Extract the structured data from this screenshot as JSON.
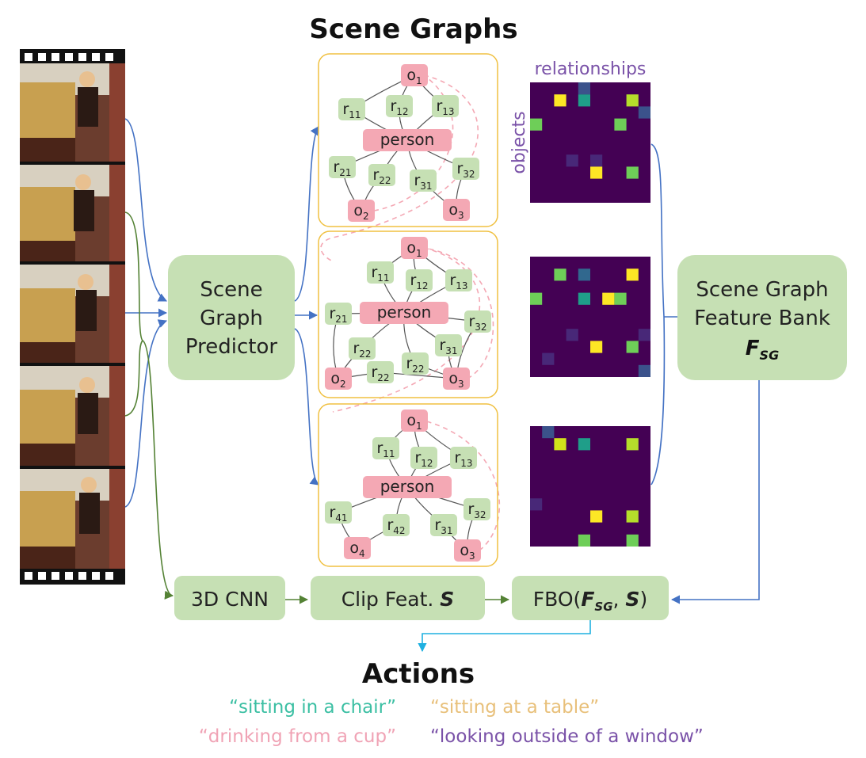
{
  "title": "Scene Graphs",
  "heatmap_labels": {
    "top": "relationships",
    "side": "objects"
  },
  "boxes": {
    "predictor": [
      "Scene",
      "Graph",
      "Predictor"
    ],
    "bank": [
      "Scene Graph",
      "Feature Bank"
    ],
    "bank_symbol": {
      "main": "F",
      "sub": "SG"
    },
    "cnn": "3D CNN",
    "clip": {
      "text": "Clip Feat. ",
      "symbol": "S"
    },
    "fbo": {
      "prefix": "FBO(",
      "f": "F",
      "f_sub": "SG",
      "sep": ", ",
      "s": "S",
      "suffix": ")"
    }
  },
  "graphs": [
    {
      "nodes": [
        {
          "kind": "obj",
          "base": "o",
          "sub": "1"
        },
        {
          "kind": "rel",
          "base": "r",
          "sub": "11"
        },
        {
          "kind": "rel",
          "base": "r",
          "sub": "12"
        },
        {
          "kind": "rel",
          "base": "r",
          "sub": "13"
        },
        {
          "kind": "person",
          "base": "person",
          "sub": ""
        },
        {
          "kind": "rel",
          "base": "r",
          "sub": "21"
        },
        {
          "kind": "rel",
          "base": "r",
          "sub": "22"
        },
        {
          "kind": "rel",
          "base": "r",
          "sub": "31"
        },
        {
          "kind": "rel",
          "base": "r",
          "sub": "32"
        },
        {
          "kind": "obj",
          "base": "o",
          "sub": "2"
        },
        {
          "kind": "obj",
          "base": "o",
          "sub": "3"
        }
      ]
    },
    {
      "nodes": [
        {
          "kind": "obj",
          "base": "o",
          "sub": "1"
        },
        {
          "kind": "rel",
          "base": "r",
          "sub": "11"
        },
        {
          "kind": "rel",
          "base": "r",
          "sub": "12"
        },
        {
          "kind": "rel",
          "base": "r",
          "sub": "13"
        },
        {
          "kind": "rel",
          "base": "r",
          "sub": "21"
        },
        {
          "kind": "person",
          "base": "person",
          "sub": ""
        },
        {
          "kind": "rel",
          "base": "r",
          "sub": "32"
        },
        {
          "kind": "rel",
          "base": "r",
          "sub": "22"
        },
        {
          "kind": "rel",
          "base": "r",
          "sub": "31"
        },
        {
          "kind": "rel",
          "base": "r",
          "sub": "22"
        },
        {
          "kind": "rel",
          "base": "r",
          "sub": "22"
        },
        {
          "kind": "obj",
          "base": "o",
          "sub": "2"
        },
        {
          "kind": "obj",
          "base": "o",
          "sub": "3"
        }
      ]
    },
    {
      "nodes": [
        {
          "kind": "obj",
          "base": "o",
          "sub": "1"
        },
        {
          "kind": "rel",
          "base": "r",
          "sub": "11"
        },
        {
          "kind": "rel",
          "base": "r",
          "sub": "12"
        },
        {
          "kind": "rel",
          "base": "r",
          "sub": "13"
        },
        {
          "kind": "person",
          "base": "person",
          "sub": ""
        },
        {
          "kind": "rel",
          "base": "r",
          "sub": "41"
        },
        {
          "kind": "rel",
          "base": "r",
          "sub": "42"
        },
        {
          "kind": "rel",
          "base": "r",
          "sub": "31"
        },
        {
          "kind": "rel",
          "base": "r",
          "sub": "32"
        },
        {
          "kind": "obj",
          "base": "o",
          "sub": "4"
        },
        {
          "kind": "obj",
          "base": "o",
          "sub": "3"
        }
      ]
    }
  ],
  "actions": {
    "title": "Actions",
    "items": [
      {
        "text": "“sitting in a chair”",
        "color": "#3bbfa3"
      },
      {
        "text": "“sitting at a table”",
        "color": "#e8c07a"
      },
      {
        "text": "“drinking from a cup”",
        "color": "#f0a3b5"
      },
      {
        "text": "“looking outside of a window”",
        "color": "#7a52a8"
      }
    ]
  },
  "colors": {
    "green_box": "#c6e0b4",
    "pink_node": "#f4a8b4",
    "graph_border": "#f0c040",
    "blue_arrow": "#4472c4",
    "green_arrow": "#548235",
    "cyan_arrow": "#1fb0e0",
    "dashed_pink": "#f4a8b4",
    "heat_bg": "#440154"
  },
  "heatmaps": [
    {
      "cells": [
        {
          "c": 4,
          "r": 0,
          "color": "#3b528b"
        },
        {
          "c": 2,
          "r": 1,
          "color": "#fde725"
        },
        {
          "c": 4,
          "r": 1,
          "color": "#1f9e89"
        },
        {
          "c": 8,
          "r": 1,
          "color": "#b5de2b"
        },
        {
          "c": 9,
          "r": 2,
          "color": "#3b528b"
        },
        {
          "c": 0,
          "r": 3,
          "color": "#6ece58"
        },
        {
          "c": 7,
          "r": 3,
          "color": "#6ece58"
        },
        {
          "c": 3,
          "r": 6,
          "color": "#482878"
        },
        {
          "c": 5,
          "r": 6,
          "color": "#482878"
        },
        {
          "c": 5,
          "r": 7,
          "color": "#fde725"
        },
        {
          "c": 8,
          "r": 7,
          "color": "#6ece58"
        }
      ]
    },
    {
      "cells": [
        {
          "c": 2,
          "r": 1,
          "color": "#6ece58"
        },
        {
          "c": 4,
          "r": 1,
          "color": "#31688e"
        },
        {
          "c": 8,
          "r": 1,
          "color": "#fde725"
        },
        {
          "c": 0,
          "r": 3,
          "color": "#6ece58"
        },
        {
          "c": 4,
          "r": 3,
          "color": "#1f9e89"
        },
        {
          "c": 6,
          "r": 3,
          "color": "#fde725"
        },
        {
          "c": 7,
          "r": 3,
          "color": "#6ece58"
        },
        {
          "c": 3,
          "r": 6,
          "color": "#482878"
        },
        {
          "c": 9,
          "r": 6,
          "color": "#482878"
        },
        {
          "c": 5,
          "r": 7,
          "color": "#fde725"
        },
        {
          "c": 8,
          "r": 7,
          "color": "#6ece58"
        },
        {
          "c": 1,
          "r": 8,
          "color": "#482878"
        },
        {
          "c": 9,
          "r": 9,
          "color": "#3b528b"
        }
      ]
    },
    {
      "cells": [
        {
          "c": 1,
          "r": 0,
          "color": "#3b528b"
        },
        {
          "c": 2,
          "r": 1,
          "color": "#d2e21b"
        },
        {
          "c": 4,
          "r": 1,
          "color": "#1f9e89"
        },
        {
          "c": 8,
          "r": 1,
          "color": "#b5de2b"
        },
        {
          "c": 0,
          "r": 6,
          "color": "#482878"
        },
        {
          "c": 5,
          "r": 7,
          "color": "#fde725"
        },
        {
          "c": 8,
          "r": 7,
          "color": "#b5de2b"
        },
        {
          "c": 4,
          "r": 9,
          "color": "#6ece58"
        },
        {
          "c": 8,
          "r": 9,
          "color": "#6ece58"
        }
      ]
    }
  ]
}
